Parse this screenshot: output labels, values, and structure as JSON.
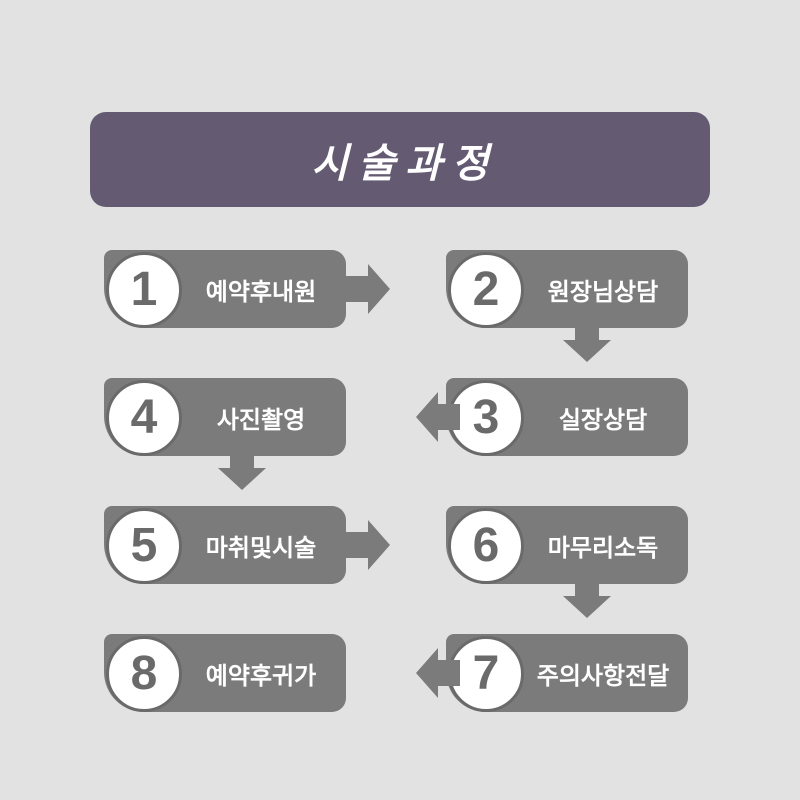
{
  "title": "시술과정",
  "steps": [
    {
      "number": "1",
      "label": "예약후내원"
    },
    {
      "number": "2",
      "label": "원장님상담"
    },
    {
      "number": "3",
      "label": "실장상담"
    },
    {
      "number": "4",
      "label": "사진촬영"
    },
    {
      "number": "5",
      "label": "마취및시술"
    },
    {
      "number": "6",
      "label": "마무리소독"
    },
    {
      "number": "7",
      "label": "주의사항전달"
    },
    {
      "number": "8",
      "label": "예약후귀가"
    }
  ],
  "colors": {
    "background": "#e2e2e2",
    "title_banner": "#645b73",
    "step_box": "#7b7b7b",
    "circle_border": "#6a6a6a",
    "text": "#ffffff"
  }
}
